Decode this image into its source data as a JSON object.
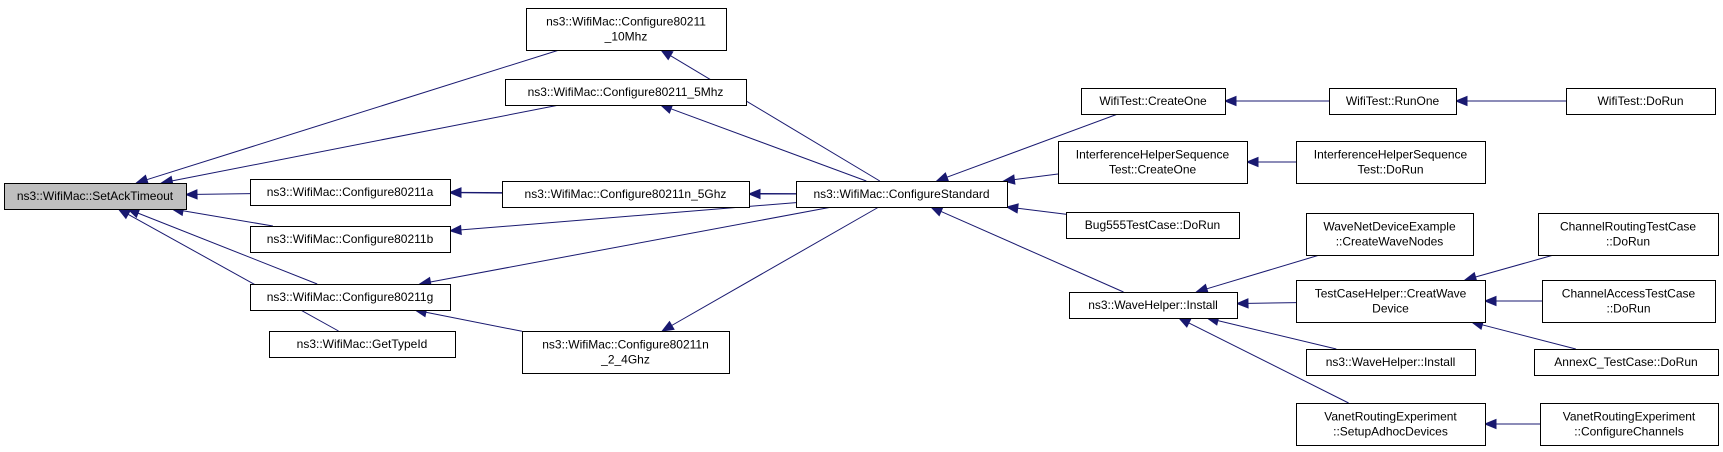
{
  "nodes": [
    {
      "id": "setack",
      "lines": [
        "ns3::WifiMac::SetAckTimeout"
      ],
      "root": true
    },
    {
      "id": "cfg10",
      "lines": [
        "ns3::WifiMac::Configure80211",
        "_10Mhz"
      ]
    },
    {
      "id": "cfg5",
      "lines": [
        "ns3::WifiMac::Configure80211_5Mhz"
      ]
    },
    {
      "id": "cfga",
      "lines": [
        "ns3::WifiMac::Configure80211a"
      ]
    },
    {
      "id": "cfgn5",
      "lines": [
        "ns3::WifiMac::Configure80211n_5Ghz"
      ]
    },
    {
      "id": "cfgb",
      "lines": [
        "ns3::WifiMac::Configure80211b"
      ]
    },
    {
      "id": "cfgg",
      "lines": [
        "ns3::WifiMac::Configure80211g"
      ]
    },
    {
      "id": "gettypeid",
      "lines": [
        "ns3::WifiMac::GetTypeId"
      ]
    },
    {
      "id": "cfgn24",
      "lines": [
        "ns3::WifiMac::Configure80211n",
        "_2_4Ghz"
      ]
    },
    {
      "id": "cfgstd",
      "lines": [
        "ns3::WifiMac::ConfigureStandard"
      ]
    },
    {
      "id": "wtcreate",
      "lines": [
        "WifiTest::CreateOne"
      ]
    },
    {
      "id": "wtrun",
      "lines": [
        "WifiTest::RunOne"
      ]
    },
    {
      "id": "wtdorun",
      "lines": [
        "WifiTest::DoRun"
      ]
    },
    {
      "id": "ihcreate",
      "lines": [
        "InterferenceHelperSequence",
        "Test::CreateOne"
      ]
    },
    {
      "id": "ihdorun",
      "lines": [
        "InterferenceHelperSequence",
        "Test::DoRun"
      ]
    },
    {
      "id": "bug555",
      "lines": [
        "Bug555TestCase::DoRun"
      ]
    },
    {
      "id": "wavehelper",
      "lines": [
        "ns3::WaveHelper::Install"
      ]
    },
    {
      "id": "wavenet",
      "lines": [
        "WaveNetDeviceExample",
        "::CreateWaveNodes"
      ]
    },
    {
      "id": "tchelper",
      "lines": [
        "TestCaseHelper::CreatWave",
        "Device"
      ]
    },
    {
      "id": "wavehelper2",
      "lines": [
        "ns3::WaveHelper::Install"
      ]
    },
    {
      "id": "vanetsetup",
      "lines": [
        "VanetRoutingExperiment",
        "::SetupAdhocDevices"
      ]
    },
    {
      "id": "chroute",
      "lines": [
        "ChannelRoutingTestCase",
        "::DoRun"
      ]
    },
    {
      "id": "chaccess",
      "lines": [
        "ChannelAccessTestCase",
        "::DoRun"
      ]
    },
    {
      "id": "annexc",
      "lines": [
        "AnnexC_TestCase::DoRun"
      ]
    },
    {
      "id": "vanetcfg",
      "lines": [
        "VanetRoutingExperiment",
        "::ConfigureChannels"
      ]
    }
  ],
  "edges": [
    {
      "from": "cfg10",
      "to": "setack"
    },
    {
      "from": "cfg5",
      "to": "setack"
    },
    {
      "from": "cfga",
      "to": "setack"
    },
    {
      "from": "cfgb",
      "to": "setack"
    },
    {
      "from": "cfgg",
      "to": "setack"
    },
    {
      "from": "gettypeid",
      "to": "setack"
    },
    {
      "from": "cfgn5",
      "to": "cfga"
    },
    {
      "from": "cfgstd",
      "to": "cfga"
    },
    {
      "from": "cfgn24",
      "to": "cfgg"
    },
    {
      "from": "cfgstd",
      "to": "cfg10"
    },
    {
      "from": "cfgstd",
      "to": "cfg5"
    },
    {
      "from": "cfgstd",
      "to": "cfgn5"
    },
    {
      "from": "cfgstd",
      "to": "cfgb"
    },
    {
      "from": "cfgstd",
      "to": "cfgg"
    },
    {
      "from": "cfgstd",
      "to": "cfgn24"
    },
    {
      "from": "wtcreate",
      "to": "cfgstd"
    },
    {
      "from": "ihcreate",
      "to": "cfgstd"
    },
    {
      "from": "bug555",
      "to": "cfgstd"
    },
    {
      "from": "wavehelper",
      "to": "cfgstd"
    },
    {
      "from": "wtrun",
      "to": "wtcreate"
    },
    {
      "from": "wtdorun",
      "to": "wtrun"
    },
    {
      "from": "ihdorun",
      "to": "ihcreate"
    },
    {
      "from": "wavenet",
      "to": "wavehelper"
    },
    {
      "from": "tchelper",
      "to": "wavehelper"
    },
    {
      "from": "wavehelper2",
      "to": "wavehelper"
    },
    {
      "from": "vanetsetup",
      "to": "wavehelper"
    },
    {
      "from": "chroute",
      "to": "tchelper"
    },
    {
      "from": "chaccess",
      "to": "tchelper"
    },
    {
      "from": "annexc",
      "to": "tchelper"
    },
    {
      "from": "vanetcfg",
      "to": "vanetsetup"
    }
  ],
  "colors": {
    "edge": "#191970",
    "root_fill": "#bfbfbf",
    "node_fill": "#ffffff"
  }
}
